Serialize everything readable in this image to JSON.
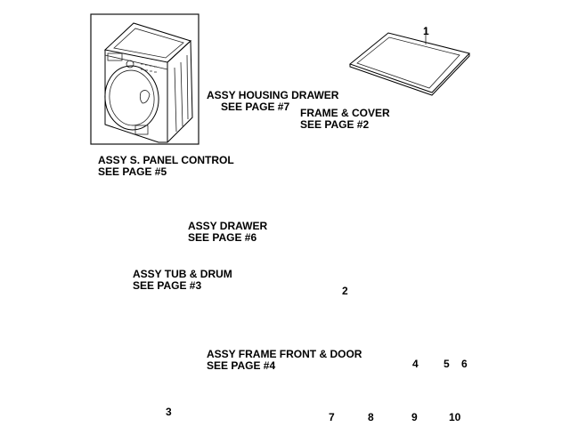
{
  "diagram": {
    "title": "Washer Exploded Parts Diagram",
    "callouts": {
      "housing_drawer": {
        "line1": "ASSY HOUSING DRAWER",
        "line2": "SEE PAGE #7"
      },
      "frame_cover": {
        "line1": "FRAME & COVER",
        "line2": "SEE PAGE #2"
      },
      "panel_control": {
        "line1": "ASSY S. PANEL CONTROL",
        "line2": "SEE PAGE #5"
      },
      "drawer": {
        "line1": "ASSY DRAWER",
        "line2": "SEE PAGE #6"
      },
      "tub_drum": {
        "line1": "ASSY TUB & DRUM",
        "line2": "SEE PAGE #3"
      },
      "frame_front_door": {
        "line1": "ASSY FRAME FRONT & DOOR",
        "line2": "SEE PAGE #4"
      }
    },
    "part_numbers": {
      "top_cover": "1",
      "water_valve": "2",
      "filter_cap": "3",
      "wrench": "4",
      "caps_a": "5",
      "caps_b": "6",
      "hose_guide": "7",
      "hose_cold": "8",
      "hose_hot": "9",
      "washers": "10"
    }
  }
}
